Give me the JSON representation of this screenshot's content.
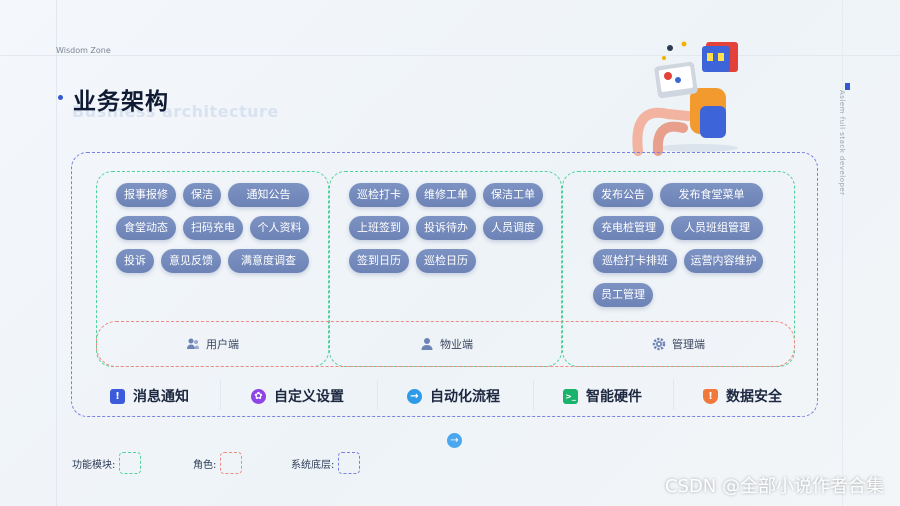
{
  "brand": "Wisdom Zone",
  "title": "业务架构",
  "subtitle": "Business architecture",
  "side_text": "Aslem full stack developer",
  "columns": [
    {
      "chips": [
        "报事报修",
        "保洁",
        "通知公告",
        "食堂动态",
        "扫码充电",
        "个人资料",
        "投诉",
        "意见反馈",
        "满意度调查"
      ]
    },
    {
      "chips": [
        "巡检打卡",
        "维修工单",
        "保洁工单",
        "上班签到",
        "投诉待办",
        "人员调度",
        "签到日历",
        "巡检日历"
      ]
    },
    {
      "chips": [
        "发布公告",
        "发布食堂菜单",
        "充电桩管理",
        "人员班组管理",
        "巡检打卡排班",
        "运营内容维护",
        "员工管理"
      ]
    }
  ],
  "roles": [
    {
      "label": "用户端",
      "icon": "users-icon"
    },
    {
      "label": "物业端",
      "icon": "user-icon"
    },
    {
      "label": "管理端",
      "icon": "gear-icon"
    }
  ],
  "bottom": [
    {
      "label": "消息通知",
      "icon": "message-icon",
      "color": "#3b5bdb"
    },
    {
      "label": "自定义设置",
      "icon": "settings-icon",
      "color": "#8e44e6"
    },
    {
      "label": "自动化流程",
      "icon": "arrow-icon",
      "color": "#2f9be8"
    },
    {
      "label": "智能硬件",
      "icon": "terminal-icon",
      "color": "#19b36b"
    },
    {
      "label": "数据安全",
      "icon": "shield-icon",
      "color": "#f0783a"
    }
  ],
  "legend": [
    {
      "label": "功能模块:",
      "color": "#4fd39a"
    },
    {
      "label": "角色:",
      "color": "#f08a80"
    },
    {
      "label": "系统底层:",
      "color": "#7a7fe0"
    }
  ],
  "watermark": "CSDN @全部小说作者合集"
}
